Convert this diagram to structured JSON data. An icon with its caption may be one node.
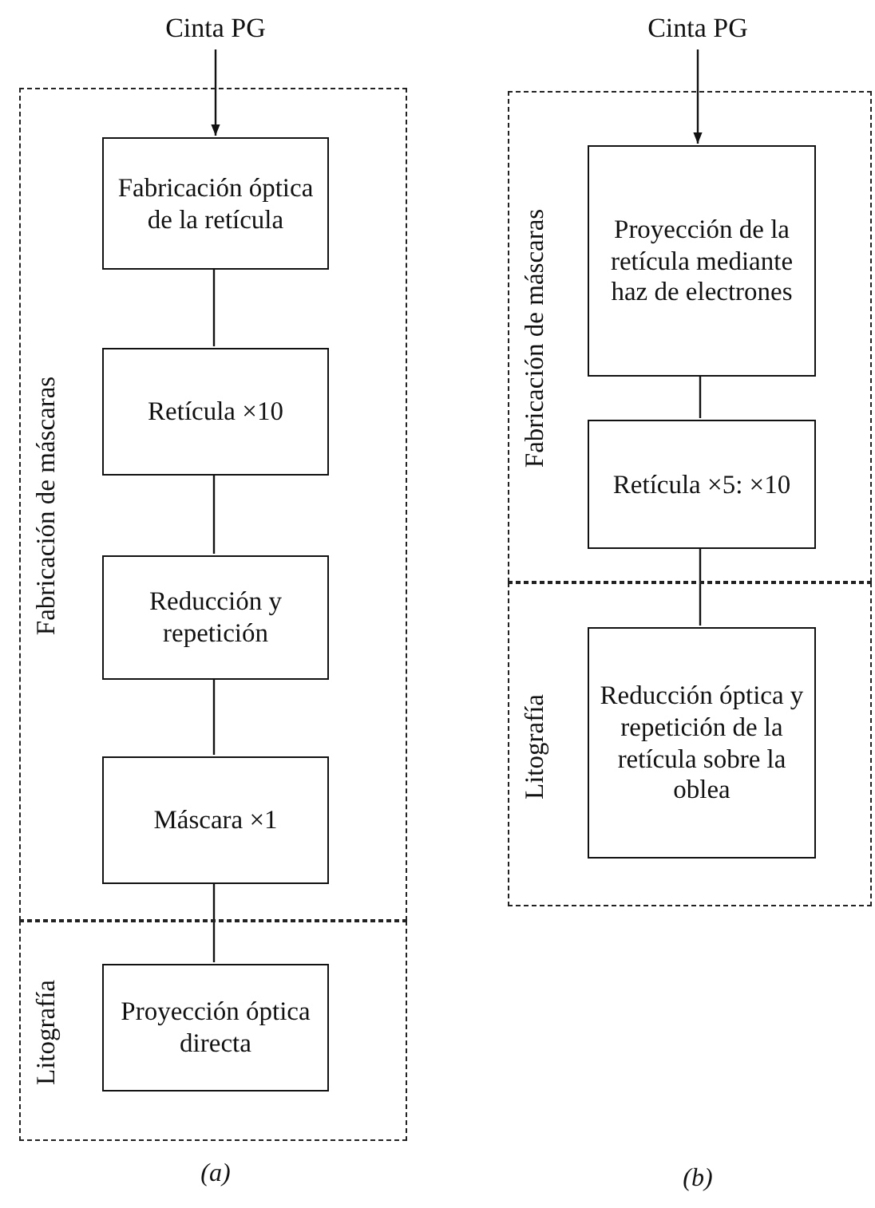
{
  "diagram": {
    "nodes": [
      {
        "text": [
          "Cinta PG"
        ]
      },
      {
        "text": [
          "Fabricación de máscaras"
        ]
      },
      {
        "text": [
          "Fabricación óptica de la retícula"
        ],
        "in": 1
      },
      {
        "text": [
          "Retícula ×10"
        ],
        "in": 1
      },
      {
        "text": [
          "Reducción y repetición"
        ],
        "in": 1
      },
      {
        "text": [
          "Máscara ×1"
        ],
        "in": 1
      },
      {
        "text": [
          "Litografía"
        ]
      },
      {
        "text": [
          "Proyección óptica directa"
        ],
        "in": 6
      },
      {
        "text": [
          "Cinta PG"
        ]
      },
      {
        "text": [
          "Fabricación de máscaras"
        ]
      },
      {
        "text": [
          "Proyección de la retícula mediante haz de electrones"
        ],
        "in": 9
      },
      {
        "text": [
          "Retícula ×5: ×10"
        ],
        "in": 9
      },
      {
        "text": [
          "Litografía"
        ]
      },
      {
        "text": [
          "Reducción óptica y repetición de la retícula sobre la oblea"
        ],
        "in": 12
      }
    ],
    "edges": [
      {
        "from": 0,
        "to": 2,
        "arrow": "to"
      },
      {
        "from": 2,
        "to": 3,
        "arrow": "none"
      },
      {
        "from": 3,
        "to": 4,
        "arrow": "none"
      },
      {
        "from": 4,
        "to": 5,
        "arrow": "none"
      },
      {
        "from": 5,
        "to": 7,
        "arrow": "none"
      },
      {
        "from": 8,
        "to": 10,
        "arrow": "to"
      },
      {
        "from": 10,
        "to": 11,
        "arrow": "none"
      },
      {
        "from": 11,
        "to": 13,
        "arrow": "none"
      }
    ],
    "labels": [
      "(a)",
      "(b)"
    ]
  }
}
